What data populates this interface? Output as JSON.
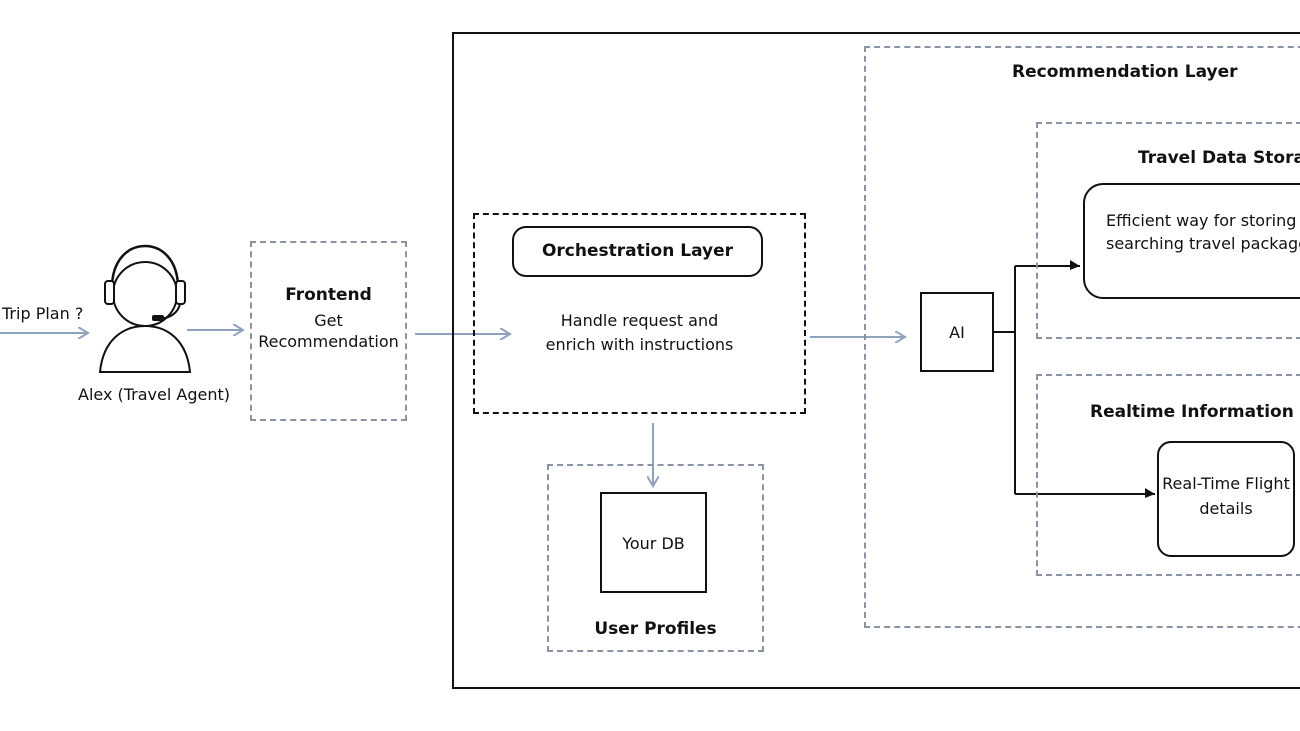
{
  "diagram": {
    "trip_plan_label": "Trip Plan ?",
    "agent_label": "Alex (Travel Agent)",
    "frontend": {
      "title": "Frontend",
      "body_line1": "Get",
      "body_line2": "Recommendation"
    },
    "orchestration": {
      "title": "Orchestration Layer",
      "body_line1": "Handle request and",
      "body_line2": "enrich with instructions"
    },
    "user_profiles": {
      "db_label": "Your DB",
      "title": "User Profiles"
    },
    "ai_label": "AI",
    "recommendation_layer": {
      "title": "Recommendation Layer"
    },
    "travel_data_storage": {
      "title": "Travel Data Storag",
      "body_line1": "Efficient way for storing",
      "body_line2": "searching travel package"
    },
    "realtime_information": {
      "title": "Realtime Information re",
      "body_line1": "Real-Time Flight",
      "body_line2": "details"
    },
    "colors": {
      "dashed_gray": "#8a93a3",
      "arrow_blue_gray": "#8fa2bd",
      "black": "#111111"
    },
    "icons": [
      "headset-user-icon",
      "arrow-icon"
    ]
  }
}
